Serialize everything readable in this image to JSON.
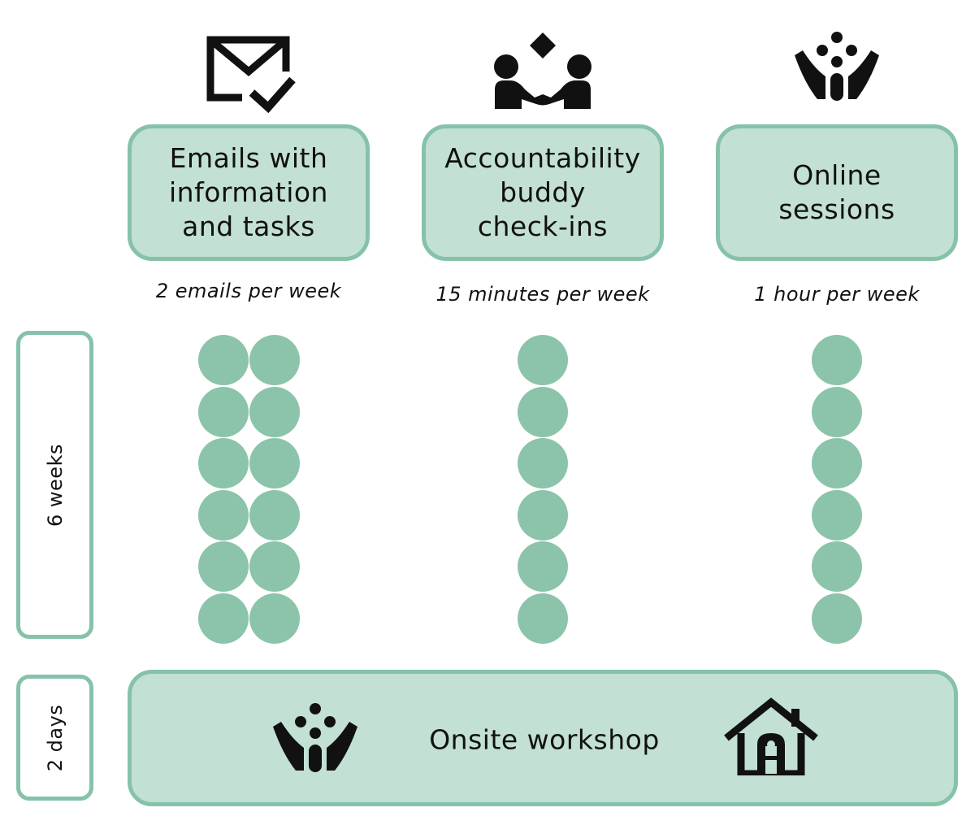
{
  "columns": [
    {
      "id": "emails",
      "icon": "envelope-check-icon",
      "title": "Emails with\ninformation\nand tasks",
      "frequency": "2 emails per week",
      "dot_columns": 2,
      "dot_rows": 6
    },
    {
      "id": "buddy",
      "icon": "handshake-people-icon",
      "title": "Accountability\nbuddy\ncheck-ins",
      "frequency": "15 minutes per week",
      "dot_columns": 1,
      "dot_rows": 6
    },
    {
      "id": "online",
      "icon": "community-icon",
      "title": "Online\nsessions",
      "frequency": "1 hour per week",
      "dot_columns": 1,
      "dot_rows": 6
    }
  ],
  "durations": {
    "six_weeks": "6 weeks",
    "two_days": "2 days"
  },
  "workshop": {
    "label": "Onsite workshop",
    "left_icon": "community-icon",
    "right_icon": "house-icon"
  },
  "colors": {
    "card_fill": "#c2e0d3",
    "card_border": "#86c2a9",
    "dot": "#8bc4aa",
    "icon": "#111111"
  }
}
